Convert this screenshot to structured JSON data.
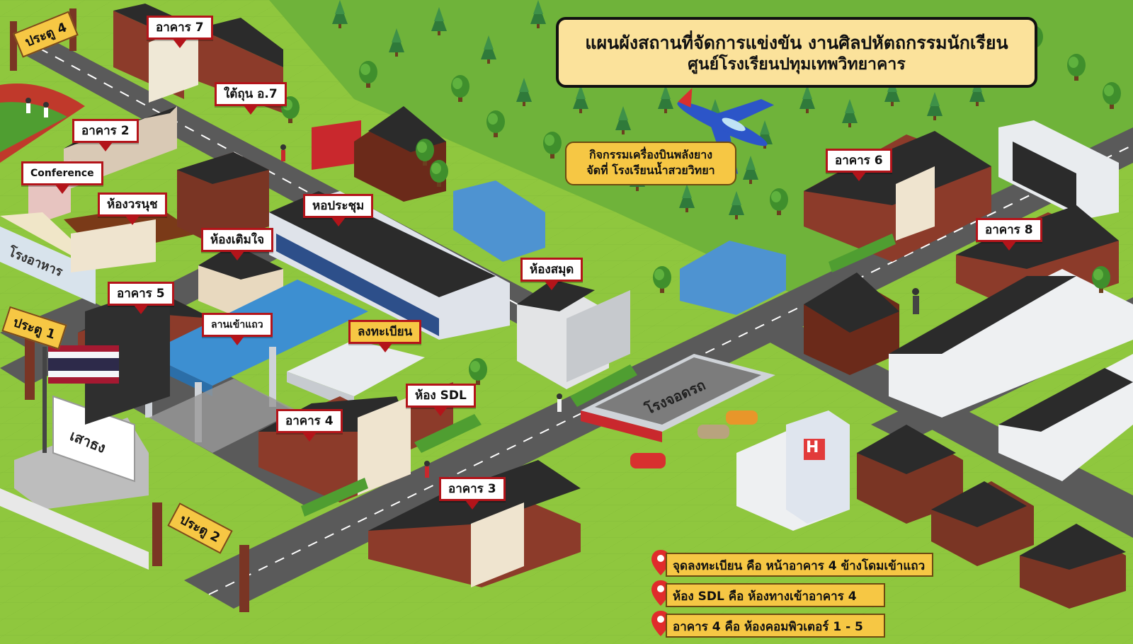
{
  "title": {
    "line1": "แผนผังสถานที่จัดการแข่งขัน งานศิลปหัตถกรรมนักเรียน",
    "line2": "ศูนย์โรงเรียนปทุมเทพวิทยาคาร"
  },
  "plane_note": {
    "line1": "กิจกรรมเครื่องบินพลังยาง",
    "line2": "จัดที่ โรงเรียนน้ำสวยวิทยา"
  },
  "gates": {
    "gate4": "ประตู 4",
    "gate1": "ประตู 1",
    "gate2": "ประตู 2"
  },
  "building_labels": {
    "building7": "อาคาร 7",
    "under7": "ใต้ถุน อ.7",
    "building2": "อาคาร 2",
    "conference": "Conference",
    "warnut": "ห้องวรนุช",
    "canteen": "โรงอาหาร",
    "toeminjai": "ห้องเติมใจ",
    "auditorium": "หอประชุม",
    "building5": "อาคาร 5",
    "assembly": "ลานเข้าแถว",
    "registration": "ลงทะเบียน",
    "library": "ห้องสมุด",
    "sdl": "ห้อง SDL",
    "building4": "อาคาร 4",
    "building3": "อาคาร 3",
    "building6": "อาคาร 6",
    "building8": "อาคาร 8",
    "parking": "โรงจอดรถ",
    "flagpole": "เสาธง"
  },
  "notes": [
    "จุดลงทะเบียน คือ หน้าอาคาร 4 ข้างโดมเข้าแถว",
    "ห้อง SDL คือ ห้องทางเข้าอาคาร 4",
    "อาคาร 4  คือ  ห้องคอมพิวเตอร์ 1 - 5"
  ],
  "hospital_sign": "H",
  "icons": [
    "map-pin-icon",
    "airplane-icon",
    "toilet-icon",
    "thai-flag-icon",
    "tree-icon"
  ],
  "colors": {
    "grass": "#8fc73e",
    "road": "#5a5a5a",
    "label_border": "#b3141a",
    "highlight": "#f6c744",
    "title_bg": "#fbe29b"
  }
}
